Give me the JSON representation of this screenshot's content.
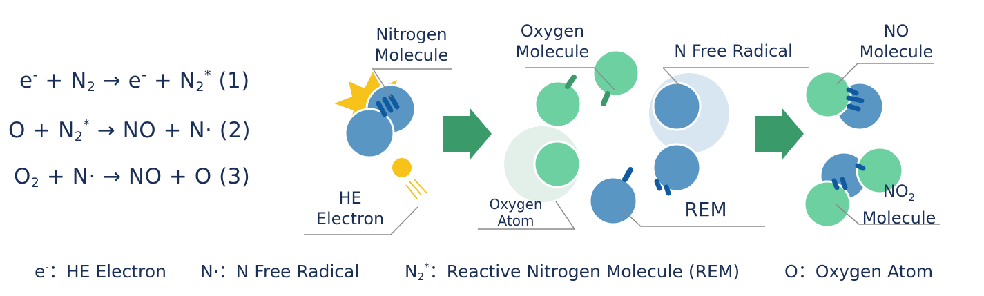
{
  "equations": [
    {
      "a": "e",
      "a_sup": "-",
      "b": " + N",
      "b_sub": "2",
      "arrow": " → ",
      "c": "e",
      "c_sup": "-",
      "d": " + N",
      "d_sub": "2",
      "d_sup": "*",
      "num": " (1)"
    },
    {
      "a": "O + N",
      "a_sub": "2",
      "a_sup": "*",
      "arrow": " →  ",
      "rest": "NO + N· (2)"
    },
    {
      "a": "O",
      "a_sub": "2",
      "rest1": " + N·",
      "arrow": " → ",
      "rest2": "NO + O (3)"
    }
  ],
  "labels": {
    "nitrogen_molecule": [
      "Nitrogen",
      "Molecule"
    ],
    "he_electron": [
      "HE",
      "Electron"
    ],
    "oxygen_molecule": [
      "Oxygen",
      "Molecule"
    ],
    "oxygen_atom": [
      "Oxygen",
      "Atom"
    ],
    "n_free_radical": "N Free Radical",
    "rem": "REM",
    "no_molecule": [
      "NO",
      "Molecule"
    ],
    "no2_molecule": {
      "line1": "NO",
      "sub": "2",
      "line2": "Molecule"
    }
  },
  "legend": [
    {
      "sym": "e",
      "sup": "-",
      "sep": "：",
      "text": "HE Electron"
    },
    {
      "sym": "N·",
      "sep": "：",
      "text": "N Free Radical"
    },
    {
      "sym": "N",
      "sub": "2",
      "sup": "*",
      "sep": "：",
      "text": "Reactive Nitrogen Molecule (REM)"
    },
    {
      "sym": "O",
      "sep": "：",
      "text": "Oxygen Atom"
    }
  ],
  "colors": {
    "text": "#1a2f55",
    "nitrogen": "#5a96c4",
    "nitrogen_bond": "#0f5aa0",
    "oxygen": "#6cd0a0",
    "oxygen_bond": "#3a9a6a",
    "arrow": "#3a9a6a",
    "spark": "#f7c21a",
    "halo_blue": "#d4e3f0",
    "halo_green": "#dcece4",
    "leader": "#8a8a8a"
  }
}
